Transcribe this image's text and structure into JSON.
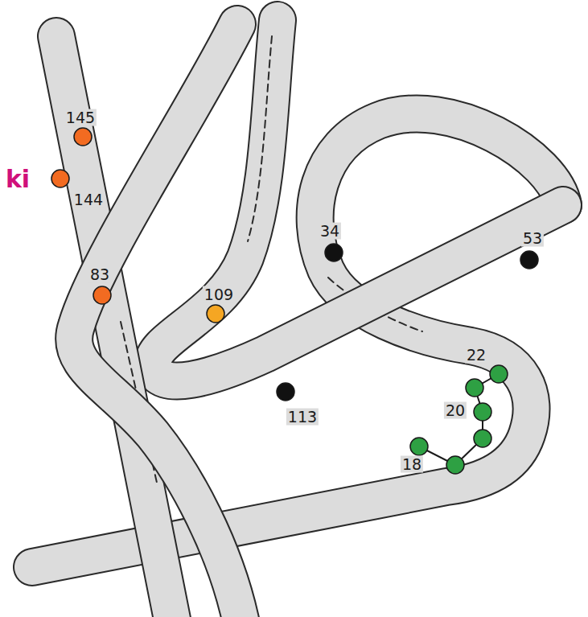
{
  "diagram": {
    "labels": [
      "145",
      "ki",
      "144",
      "34",
      "53",
      "83",
      "109",
      "22",
      "20",
      "113",
      "18"
    ]
  }
}
